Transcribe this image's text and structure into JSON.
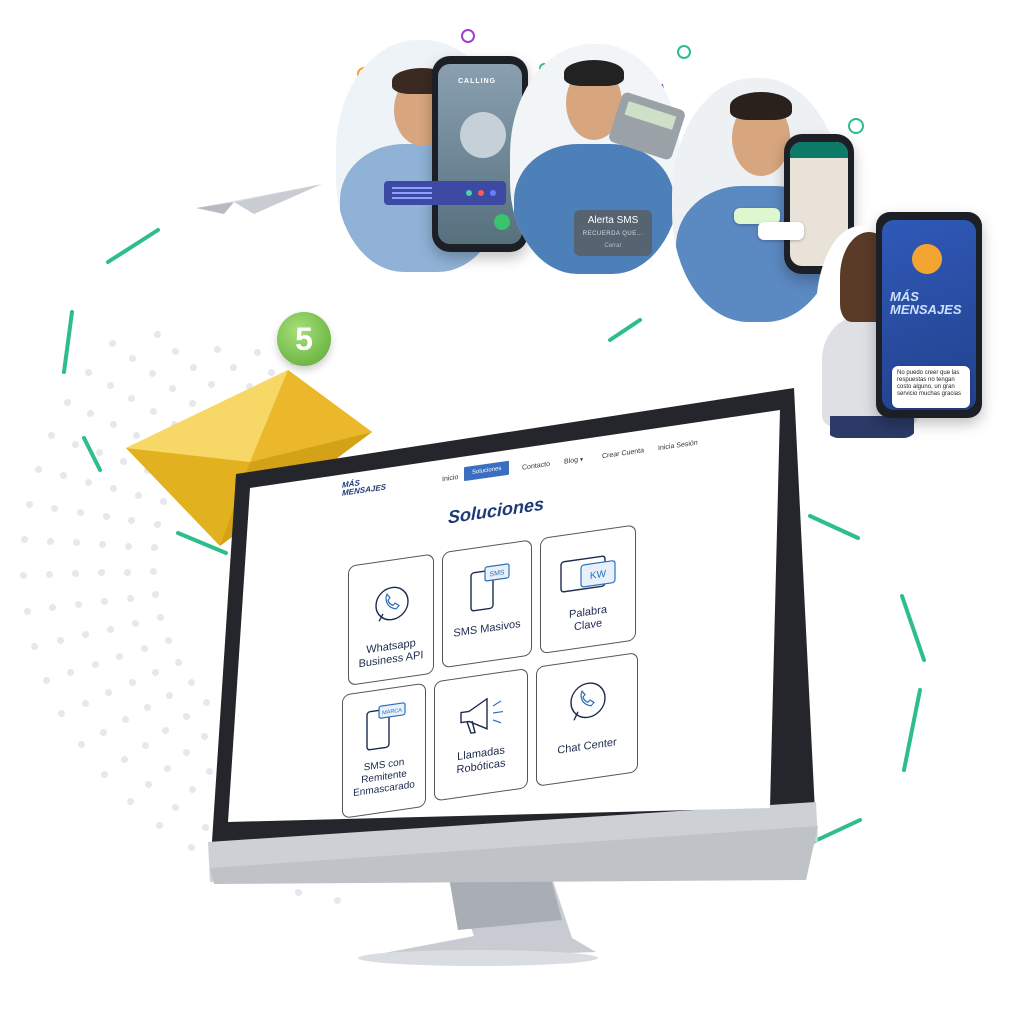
{
  "hero": {
    "calling_label": "CALLING",
    "alert_title": "Alerta SMS",
    "alert_subtitle": "RECUERDA QUE...",
    "alert_close": "Cerrar",
    "phone_logo_line1": "MÁS",
    "phone_logo_line2": "MENSAJES",
    "testimonial": "No puedo creer que las respuestas no tengan costo alguno, un gran servicio muchas gracias"
  },
  "envelope": {
    "badge_count": "5"
  },
  "site": {
    "logo_line1": "MÁS",
    "logo_line2": "MENSAJES",
    "nav": {
      "inicio": "Inicio",
      "soluciones": "Soluciones",
      "contacto": "Contacto",
      "blog": "Blog",
      "crear_cuenta": "Crear Cuenta",
      "inicia_sesion": "Inicia Sesión"
    },
    "heading": "Soluciones",
    "cards": [
      {
        "label_1": "Whatsapp",
        "label_2": "Business API",
        "icon": "whatsapp-icon"
      },
      {
        "label_1": "SMS Masivos",
        "label_2": "",
        "icon": "sms-phone-icon",
        "icon_text": "SMS"
      },
      {
        "label_1": "Palabra",
        "label_2": "Clave",
        "icon": "keyword-icon",
        "icon_text": "KW"
      },
      {
        "label_1": "SMS con",
        "label_2": "Remitente",
        "label_3": "Enmascarado",
        "icon": "masked-sender-icon",
        "icon_text": "MARCA"
      },
      {
        "label_1": "Llamadas",
        "label_2": "Robóticas",
        "icon": "megaphone-icon"
      },
      {
        "label_1": "Chat Center",
        "label_2": "",
        "icon": "chat-icon"
      }
    ]
  },
  "colors": {
    "brand_blue": "#1f3a78",
    "accent_green": "#2ebd8c",
    "nav_active": "#3a6fc0"
  }
}
